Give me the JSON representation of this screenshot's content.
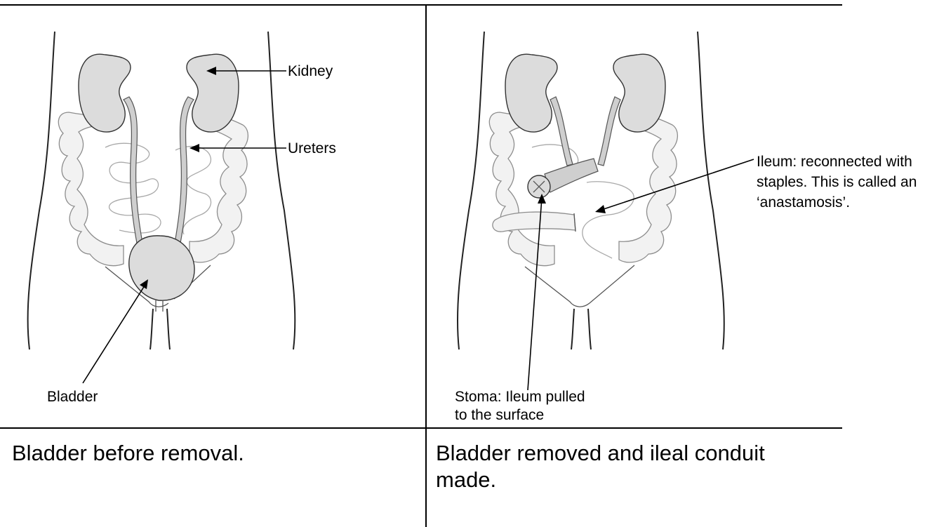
{
  "left_panel": {
    "labels": {
      "kidney": "Kidney",
      "ureters": "Ureters",
      "bladder": "Bladder"
    },
    "caption": "Bladder before removal."
  },
  "right_panel": {
    "labels": {
      "ileum": "Ileum: reconnected with staples. This is called an ‘anastamosis’.",
      "stoma": "Stoma: Ileum pulled to the surface"
    },
    "caption": "Bladder removed and ileal conduit made."
  },
  "colors": {
    "organ_fill": "#dcdcdc",
    "outline": "#000000",
    "bowel_outline": "#a9a9a9"
  }
}
